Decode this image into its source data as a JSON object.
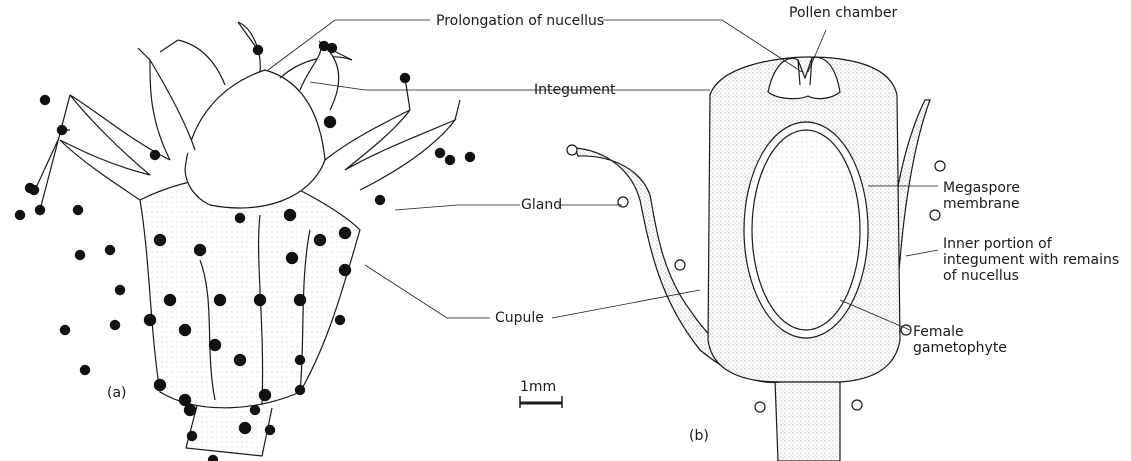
{
  "labels": {
    "prolongation": "Prolongation of nucellus",
    "pollen_chamber": "Pollen chamber",
    "integument": "Integument",
    "gland": "Gland",
    "cupule": "Cupule",
    "megaspore_membrane": "Megaspore membrane",
    "inner_portion": "Inner portion of integument with remains of nucellus",
    "female_gametophyte": "Female gametophyte",
    "panel_a": "(a)",
    "panel_b": "(b)",
    "scale_bar": "1mm"
  },
  "colors": {
    "ink": "#1a1a1a",
    "stipple": "#d9d9d9",
    "gland_head": "#111111"
  }
}
